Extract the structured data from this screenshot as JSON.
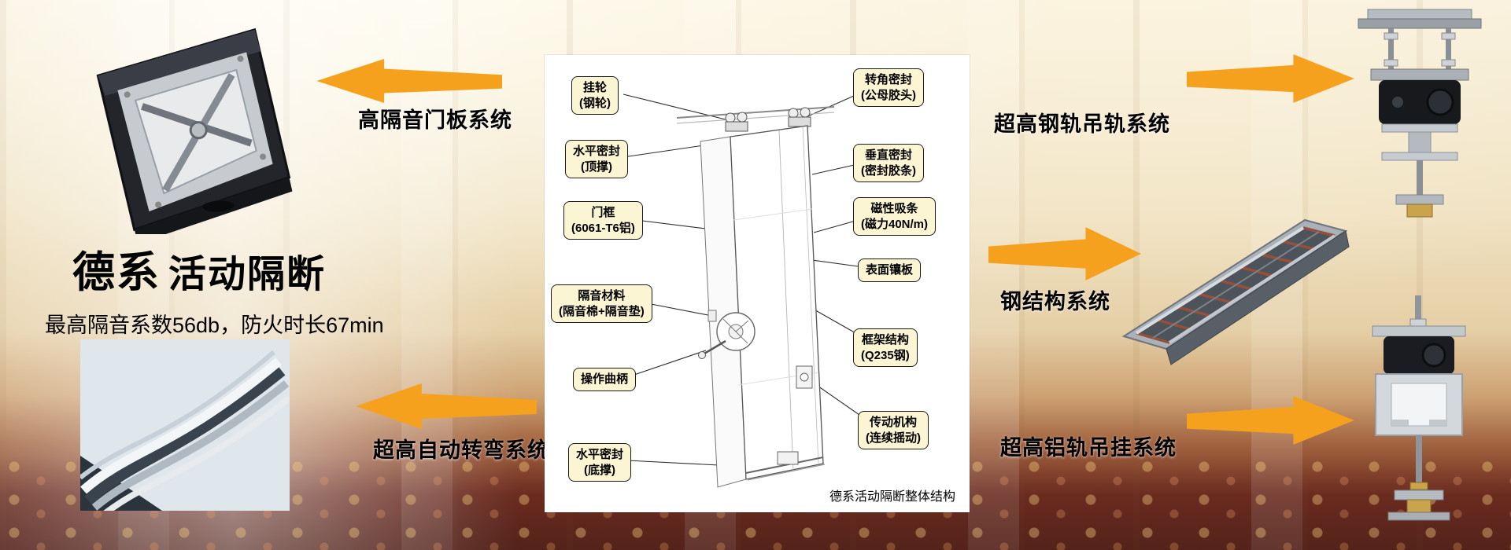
{
  "hero": {
    "title_main": "德系",
    "title_sub": "活动隔断",
    "subtitle": "最高隔音系数56db，防火时长67min"
  },
  "system_labels": {
    "door_panel": "高隔音门板系统",
    "auto_turn": "超高自动转弯系统",
    "steel_rail": "超高钢轨吊轨系统",
    "steel_structure": "钢结构系统",
    "alu_rail": "超高铝轨吊挂系统"
  },
  "diagram": {
    "caption": "德系活动隔断整体结构",
    "left_callouts": [
      {
        "line1": "挂轮",
        "line2": "(钢轮)"
      },
      {
        "line1": "水平密封",
        "line2": "(顶撑)"
      },
      {
        "line1": "门框",
        "line2": "(6061-T6铝)"
      },
      {
        "line1": "隔音材料",
        "line2": "(隔音棉+隔音垫)"
      },
      {
        "line1": "操作曲柄",
        "line2": ""
      },
      {
        "line1": "水平密封",
        "line2": "(底撑)"
      }
    ],
    "right_callouts": [
      {
        "line1": "转角密封",
        "line2": "(公母胶头)"
      },
      {
        "line1": "垂直密封",
        "line2": "(密封胶条)"
      },
      {
        "line1": "磁性吸条",
        "line2": "(磁力40N/m)"
      },
      {
        "line1": "表面镶板",
        "line2": ""
      },
      {
        "line1": "框架结构",
        "line2": "(Q235钢)"
      },
      {
        "line1": "传动机构",
        "line2": "(连续摇动)"
      }
    ]
  },
  "images": {
    "door_panel_photo": "door-panel-mechanism-photo",
    "curved_track_photo": "curved-aluminum-track-photo",
    "steel_hanger_photo": "steel-rail-hanger-photo",
    "steel_structure_photo": "steel-structure-frame-photo",
    "alu_hanger_photo": "aluminum-rail-hanger-photo"
  },
  "colors": {
    "arrow": "#F5A11E",
    "callout-bg": "#FCF5D3",
    "callout-border": "#1A1A1A",
    "panel-bg": "#FFFFFF",
    "text": "#000000"
  }
}
